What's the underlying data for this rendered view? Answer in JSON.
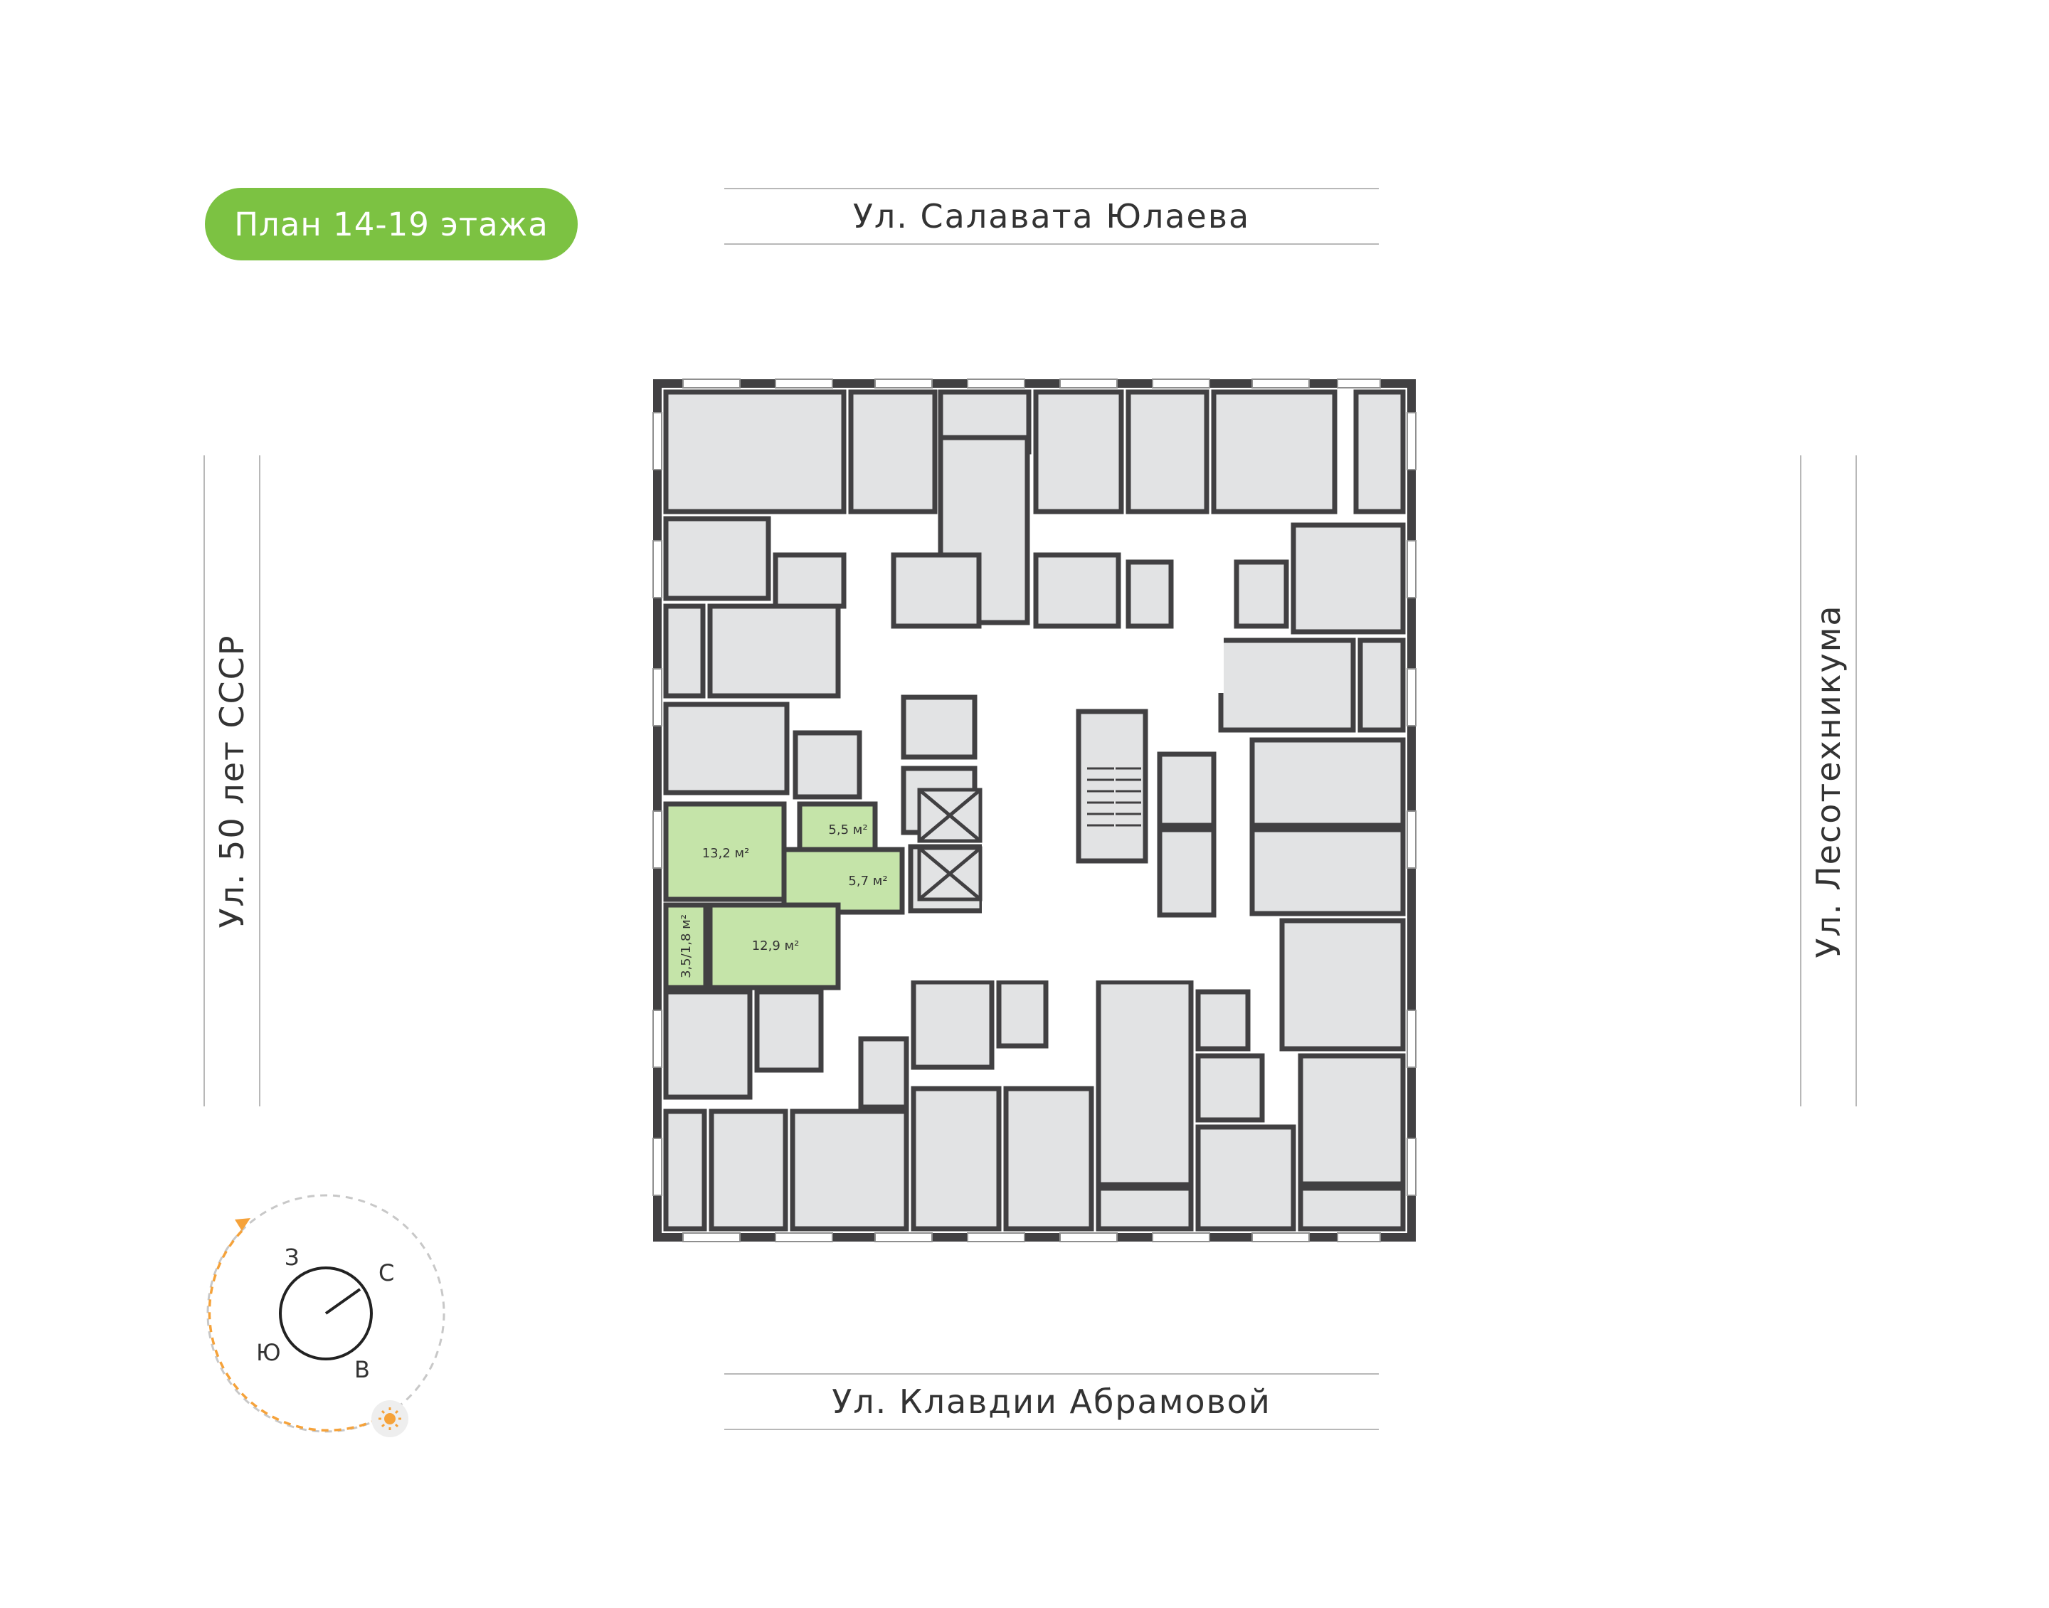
{
  "title": "План 14-19 этажа",
  "streets": {
    "north": "Ул. Салавата Юлаева",
    "south": "Ул. Клавдии Абрамовой",
    "west": "Ул. 50 лет СССР",
    "east": "Ул. Лесотехникума"
  },
  "rooms": {
    "kitchen_living": "13,2 м²",
    "bathroom": "5,5 м²",
    "hallway": "5,7 м²",
    "bedroom": "12,9 м²",
    "balcony": "3,5/1,8 м²"
  },
  "compass": {
    "n": "С",
    "s": "Ю",
    "w": "З",
    "e": "В",
    "sun_icon": "sun-icon"
  },
  "colors": {
    "accent": "#7cc242",
    "highlight_room": "#c5e4a9",
    "room_fill": "#e2e3e4",
    "wall": "#414042",
    "sun_path": "#f5a23a"
  }
}
